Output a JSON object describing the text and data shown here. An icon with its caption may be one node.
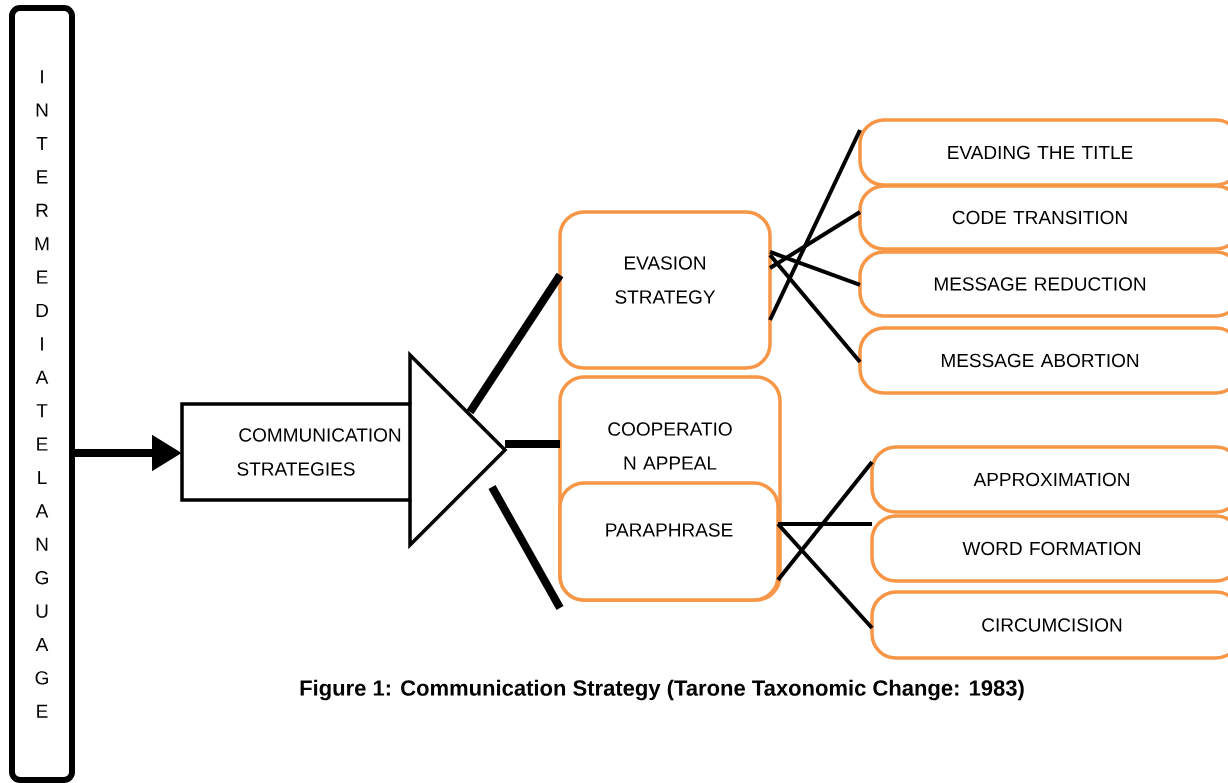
{
  "diagram": {
    "caption": "Figure 1: Communication Strategy (Tarone Taxonomic Change: 1983)",
    "nodes": [
      {
        "text": [
          "INTERMEDIATE LANGUAGE"
        ]
      },
      {
        "text": [
          "COMMUNICATION STRATEGIES"
        ]
      },
      {
        "text": [
          "EVASION STRATEGY"
        ]
      },
      {
        "text": [
          "COOPERATIO N APPEAL"
        ]
      },
      {
        "text": [
          "PARAPHRASE"
        ],
        "in": 3
      },
      {
        "text": [
          "EVADING THE TITLE"
        ]
      },
      {
        "text": [
          "CODE TRANSITION"
        ]
      },
      {
        "text": [
          "MESSAGE REDUCTION"
        ]
      },
      {
        "text": [
          "MESSAGE ABORTION"
        ]
      },
      {
        "text": [
          "APPROXIMATION"
        ]
      },
      {
        "text": [
          "WORD FORMATION"
        ]
      },
      {
        "text": [
          "CIRCUMCISION"
        ]
      }
    ],
    "edges": [
      {
        "from": 0,
        "to": 1,
        "arrow": "to",
        "style": "thick"
      },
      {
        "from": 1,
        "to": 2,
        "arrow": "none",
        "style": "thick"
      },
      {
        "from": 1,
        "to": 3,
        "arrow": "none",
        "style": "thick"
      },
      {
        "from": 1,
        "to": 4,
        "arrow": "none",
        "style": "thick"
      },
      {
        "from": 2,
        "to": 5,
        "arrow": "none"
      },
      {
        "from": 2,
        "to": 6,
        "arrow": "none"
      },
      {
        "from": 2,
        "to": 7,
        "arrow": "none"
      },
      {
        "from": 2,
        "to": 8,
        "arrow": "none"
      },
      {
        "from": 4,
        "to": 9,
        "arrow": "none"
      },
      {
        "from": 4,
        "to": 10,
        "arrow": "none"
      },
      {
        "from": 4,
        "to": 11,
        "arrow": "none"
      }
    ]
  }
}
